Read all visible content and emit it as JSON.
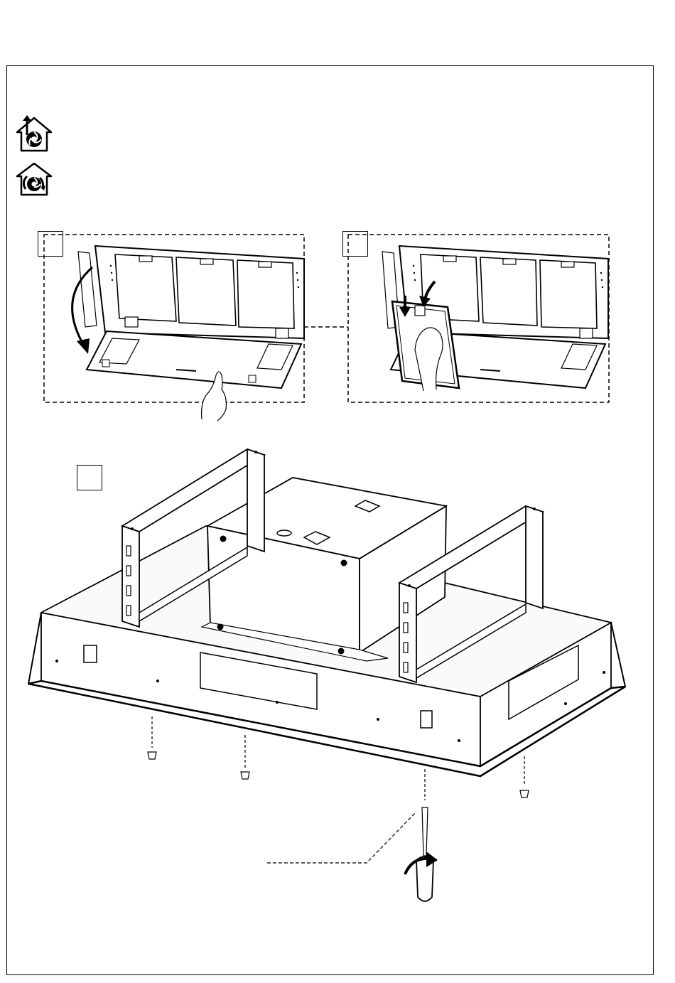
{
  "icons": {
    "ducted": "ducted-extraction-mode-icon",
    "recirculation": "recirculation-mode-icon"
  },
  "steps": [
    {
      "label": ""
    },
    {
      "label": ""
    },
    {
      "label": ""
    }
  ],
  "figures": [
    {
      "name": "open-grease-panel-figure"
    },
    {
      "name": "remove-grease-filter-figure"
    },
    {
      "name": "hood-ceiling-frame-mounting-figure"
    }
  ],
  "colors": {
    "line": "#000000",
    "background": "#ffffff",
    "fill_light": "#f2f2f2"
  }
}
